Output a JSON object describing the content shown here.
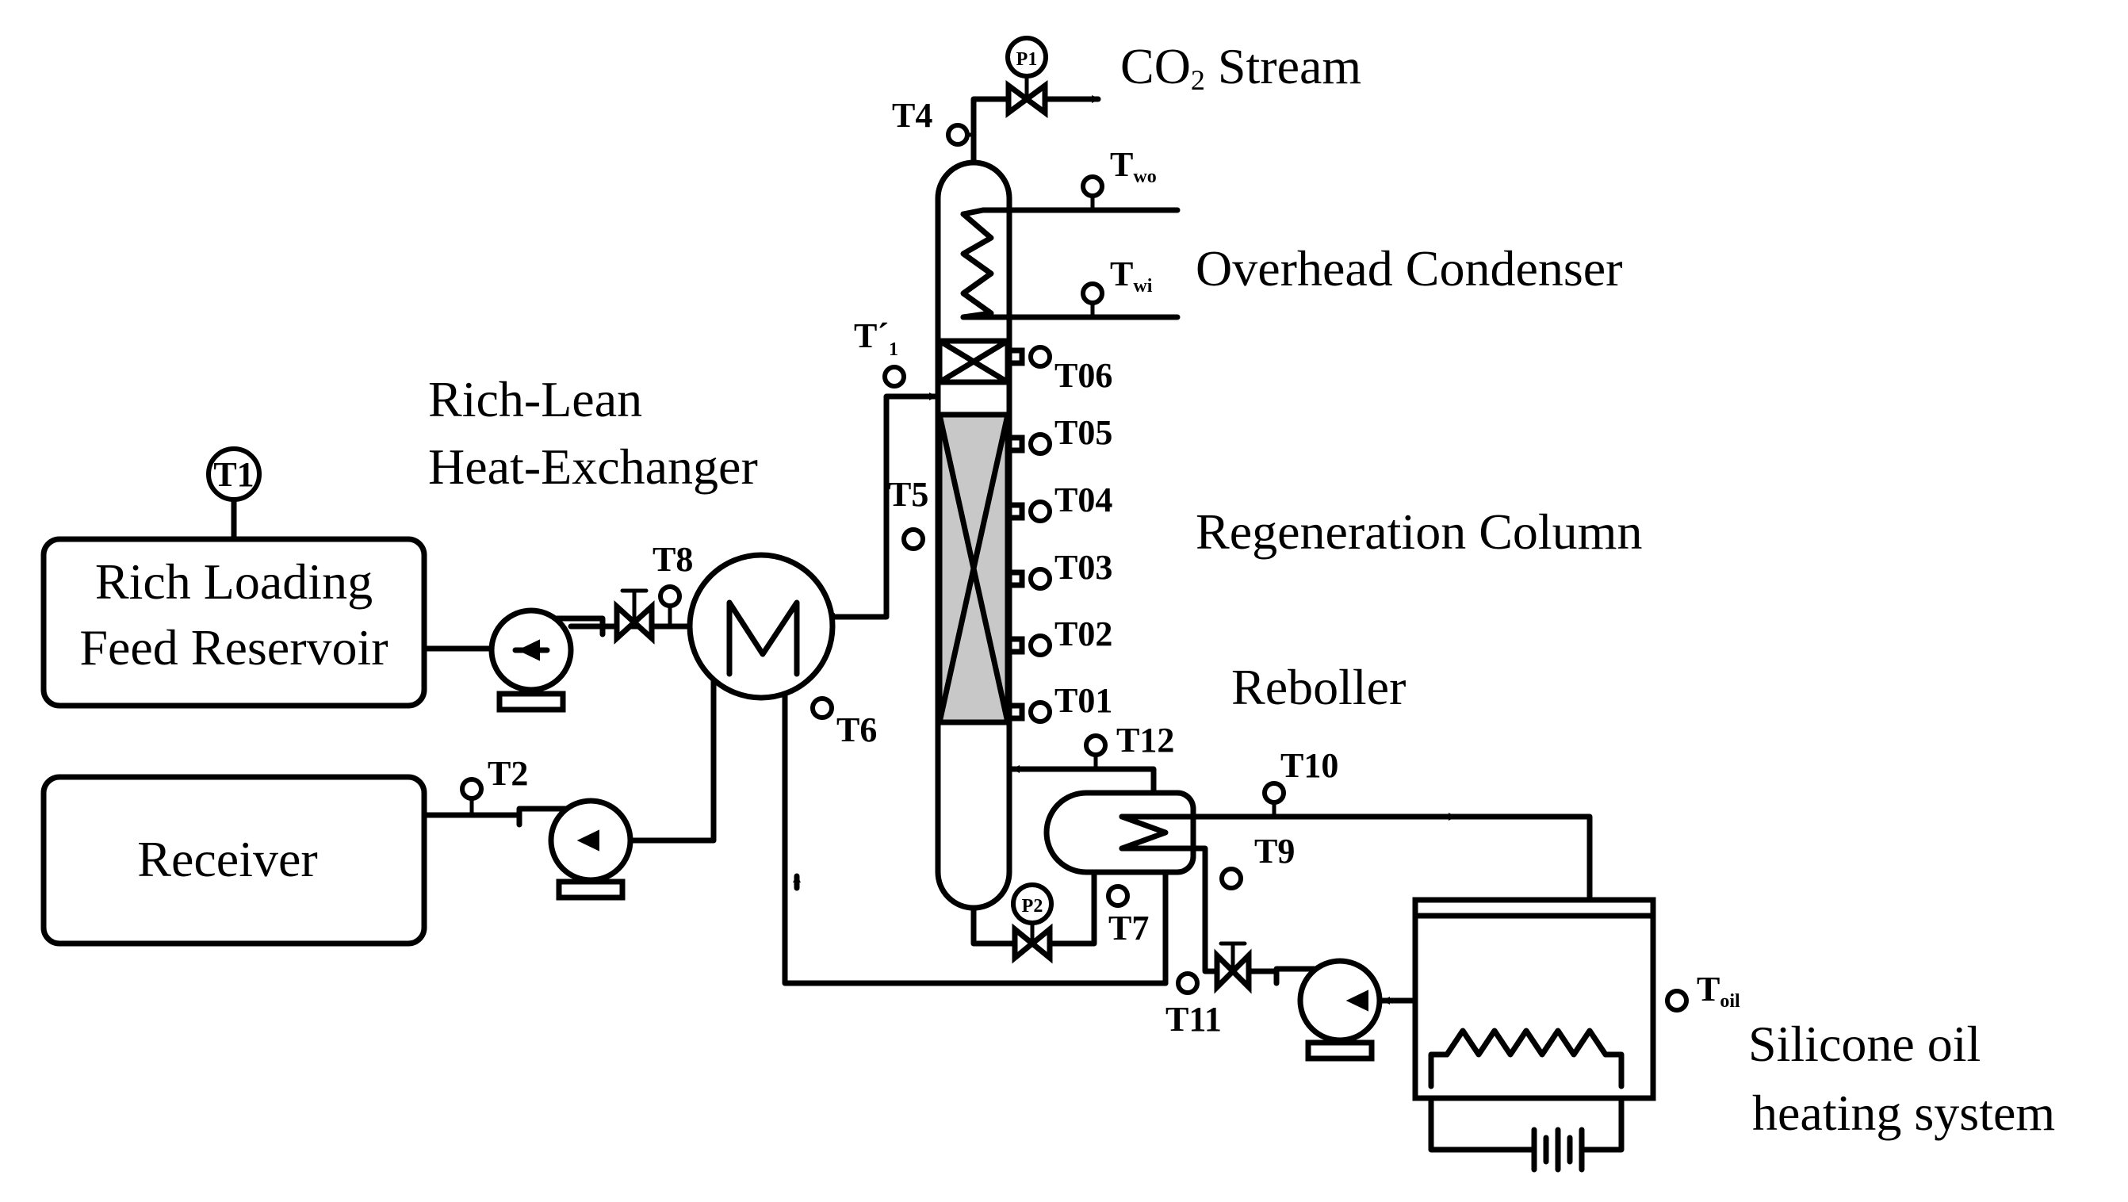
{
  "labels": {
    "co2_stream": "CO",
    "co2_sub": "2",
    "co2_stream_rest": " Stream",
    "overhead_condenser": "Overhead Condenser",
    "rich_lean_line1": "Rich-Lean",
    "rich_lean_line2": "Heat-Exchanger",
    "regeneration_column": "Regeneration Column",
    "reboiler": "Reboller",
    "rich_loading_line1": "Rich Loading",
    "rich_loading_line2": "Feed Reservoir",
    "receiver": "Receiver",
    "silicone_line1": "Silicone oil",
    "silicone_line2": "heating system"
  },
  "sensors": {
    "p1": "P1",
    "p2": "P2",
    "t1": "T1",
    "t2": "T2",
    "t4": "T4",
    "t5": "T5",
    "t6": "T6",
    "t7": "T7",
    "t8": "T8",
    "t9": "T9",
    "t10": "T10",
    "t11": "T11",
    "t12": "T12",
    "t1prime": "T´",
    "t1prime_sub": "1",
    "two_main": "T",
    "two_sub": "wo",
    "twi_main": "T",
    "twi_sub": "wi",
    "toil_main": "T",
    "toil_sub": "oil",
    "t01": "T01",
    "t02": "T02",
    "t03": "T03",
    "t04": "T04",
    "t05": "T05",
    "t06": "T06"
  }
}
